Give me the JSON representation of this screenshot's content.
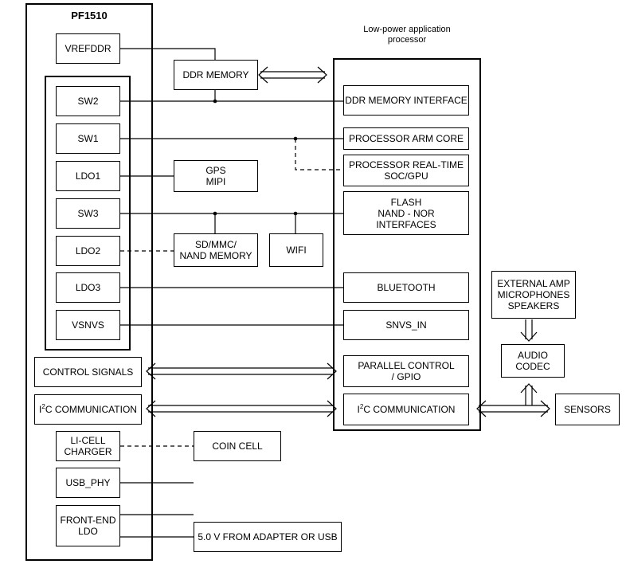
{
  "pmic": {
    "title": "PF1510"
  },
  "processor": {
    "title": "Low-power application processor"
  },
  "pmic_blocks": {
    "vrefddr": "VREFDDR",
    "sw2": "SW2",
    "sw1": "SW1",
    "ldo1": "LDO1",
    "sw3": "SW3",
    "ldo2": "LDO2",
    "ldo3": "LDO3",
    "vsnvs": "VSNVS",
    "control_signals": "CONTROL SIGNALS",
    "i2c_prefix": "I",
    "i2c_sup": "2",
    "i2c_suffix": "C COMMUNICATION",
    "li_cell_1": "LI-CELL",
    "li_cell_2": "CHARGER",
    "usb_phy": "USB_PHY",
    "front_end_1": "FRONT-END",
    "front_end_2": "LDO"
  },
  "peripherals": {
    "ddr_memory": "DDR MEMORY",
    "gps": "GPS",
    "mipi": "MIPI",
    "sd_1": "SD/MMC/",
    "sd_2": "NAND MEMORY",
    "wifi": "WIFI",
    "coin_cell": "COIN CELL",
    "adapter": "5.0 V FROM ADAPTER OR USB"
  },
  "processor_blocks": {
    "ddr_interface": "DDR MEMORY INTERFACE",
    "arm_core": "PROCESSOR ARM CORE",
    "rt_1": "PROCESSOR REAL-TIME",
    "rt_2": "SOC/GPU",
    "flash_1": "FLASH",
    "flash_2": "NAND - NOR",
    "flash_3": "INTERFACES",
    "bluetooth": "BLUETOOTH",
    "snvs_in": "SNVS_IN",
    "parallel_1": "PARALLEL CONTROL",
    "parallel_2": "/ GPIO",
    "i2c_prefix": "I",
    "i2c_sup": "2",
    "i2c_suffix": "C COMMUNICATION"
  },
  "audio": {
    "ext_1": "EXTERNAL AMP",
    "ext_2": "MICROPHONES",
    "ext_3": "SPEAKERS",
    "codec_1": "AUDIO",
    "codec_2": "CODEC",
    "sensors": "SENSORS"
  }
}
